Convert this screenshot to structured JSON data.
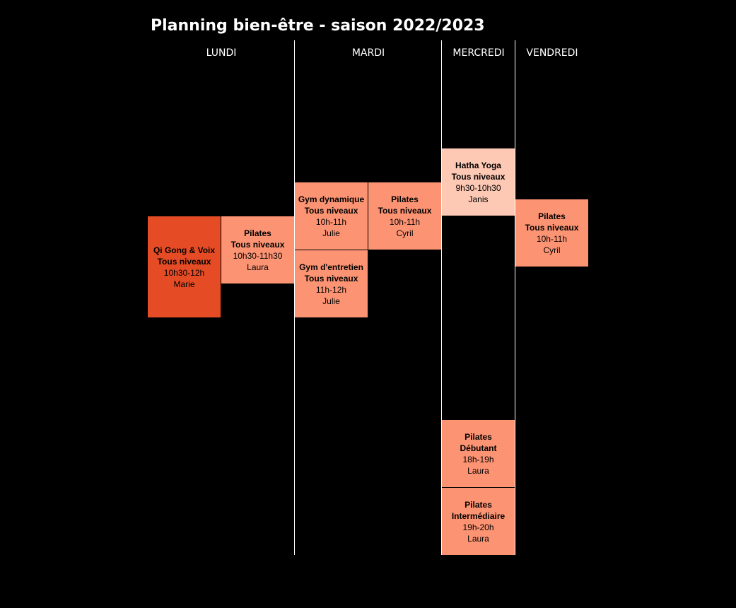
{
  "title": "Planning bien-être - saison 2022/2023",
  "days": {
    "lundi": "LUNDI",
    "mardi": "MARDI",
    "mercredi": "MERCREDI",
    "vendredi": "VENDREDI"
  },
  "colors": {
    "background": "#000000",
    "cell_salmon": "#fc9373",
    "cell_light": "#fdc8b4",
    "cell_red": "#e54c25"
  },
  "sessions": {
    "qigong": {
      "name": "Qi Gong & Voix",
      "level": "Tous niveaux",
      "time": "10h30-12h",
      "teacher": "Marie"
    },
    "pilates_lundi": {
      "name": "Pilates",
      "level": "Tous niveaux",
      "time": "10h30-11h30",
      "teacher": "Laura"
    },
    "gym_dynamique": {
      "name": "Gym dynamique",
      "level": "Tous niveaux",
      "time": "10h-11h",
      "teacher": "Julie"
    },
    "gym_entretien": {
      "name": "Gym d'entretien",
      "level": "Tous niveaux",
      "time": "11h-12h",
      "teacher": "Julie"
    },
    "pilates_mardi": {
      "name": "Pilates",
      "level": "Tous niveaux",
      "time": "10h-11h",
      "teacher": "Cyril"
    },
    "hatha_yoga": {
      "name": "Hatha Yoga",
      "level": "Tous niveaux",
      "time": "9h30-10h30",
      "teacher": "Janis"
    },
    "pilates_debutant": {
      "name": "Pilates",
      "level": "Débutant",
      "time": "18h-19h",
      "teacher": "Laura"
    },
    "pilates_inter": {
      "name": "Pilates",
      "level": "Intermédiaire",
      "time": "19h-20h",
      "teacher": "Laura"
    },
    "pilates_vendredi": {
      "name": "Pilates",
      "level": "Tous niveaux",
      "time": "10h-11h",
      "teacher": "Cyril"
    }
  }
}
